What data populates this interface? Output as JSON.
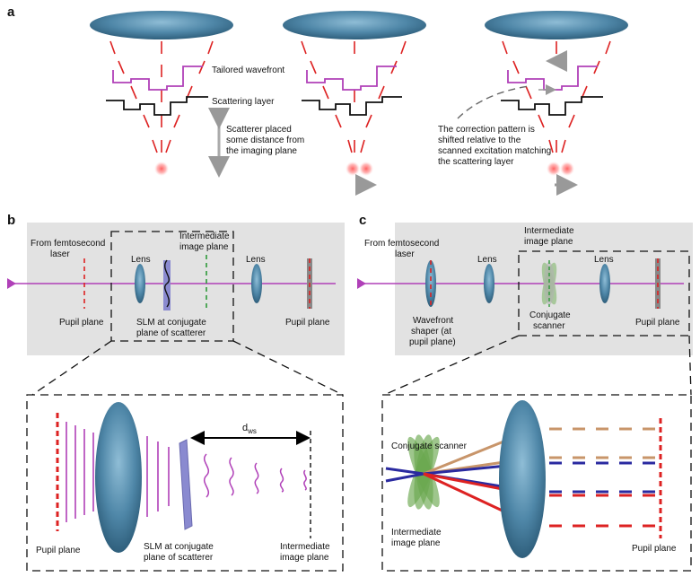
{
  "panels": {
    "a": {
      "letter": "a",
      "tailored_wavefront": "Tailored wavefront",
      "scattering_layer": "Scattering layer",
      "scatterer_note": [
        "Scatterer placed",
        "some distance from",
        "the imaging plane"
      ],
      "correction_note": [
        "The correction pattern is",
        "shifted relative to the",
        "scanned excitation matching",
        "the scattering layer"
      ]
    },
    "b": {
      "letter": "b",
      "from_laser": [
        "From femtosecond",
        "laser"
      ],
      "lens1": "Lens",
      "intermediate": [
        "Intermediate",
        "image plane"
      ],
      "lens2": "Lens",
      "pupil_plane": "Pupil plane",
      "slm": [
        "SLM at conjugate",
        "plane of scatterer"
      ],
      "pupil_plane_right": "Pupil plane",
      "zoom": {
        "dws_main": "d",
        "dws_sub": "ws",
        "pupil_plane": "Pupil plane",
        "slm": [
          "SLM at conjugate",
          "plane of scatterer"
        ],
        "intermediate": [
          "Intermediate",
          "image plane"
        ]
      }
    },
    "c": {
      "letter": "c",
      "from_laser": [
        "From femtosecond",
        "laser"
      ],
      "intermediate": [
        "Intermediate",
        "image plane"
      ],
      "lens1": "Lens",
      "lens2": "Lens",
      "wavefront_shaper": [
        "Wavefront",
        "shaper (at",
        "pupil plane)"
      ],
      "conjugate_scanner": [
        "Conjugate",
        "scanner"
      ],
      "pupil_plane": "Pupil plane",
      "zoom": {
        "conjugate_scanner": "Conjugate scanner",
        "intermediate": [
          "Intermediate",
          "image plane"
        ],
        "pupil_plane": "Pupil plane"
      }
    }
  },
  "colors": {
    "lens": "#4f87a8",
    "wavefront": "#b040b8",
    "beam_red": "#dd2222",
    "scanner": "#6aa84f",
    "panel_bg": "#e2e2e2",
    "slm": "#8a8ad0",
    "ray_tan": "#c8956a",
    "ray_blue": "#2a2aa0"
  }
}
